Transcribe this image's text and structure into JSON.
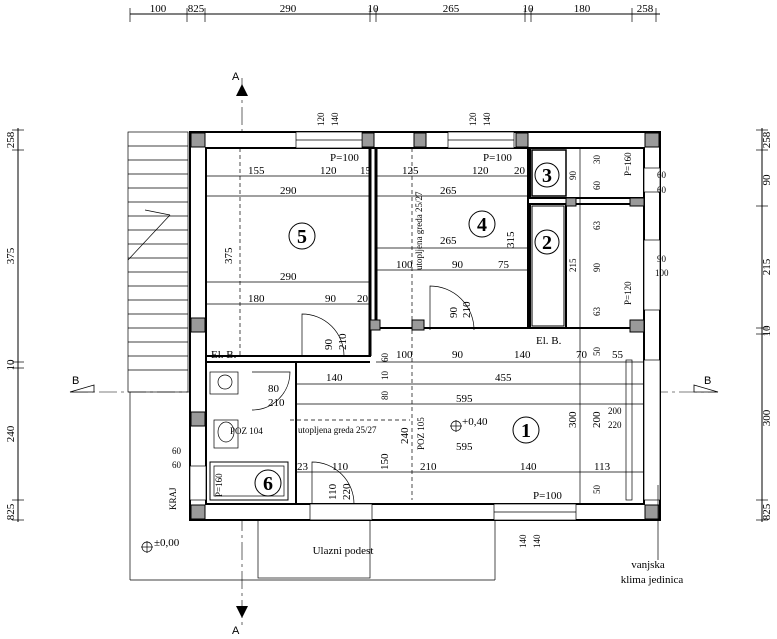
{
  "top_dims": [
    "100",
    "825",
    "290",
    "10",
    "265",
    "10",
    "180",
    "258"
  ],
  "left_dims": [
    "258",
    "375",
    "10",
    "240",
    "825"
  ],
  "right_dims": [
    "258",
    "90",
    "215",
    "10",
    "300",
    "825"
  ],
  "section_marks": {
    "a": "A",
    "b": "B"
  },
  "rooms": {
    "r1": "1",
    "r2": "2",
    "r3": "3",
    "r4": "4",
    "r5": "5",
    "r6": "6"
  },
  "labels": {
    "ulazni_podest": "Ulazni podest",
    "vanjska": "vanjska",
    "klima": "klima jedinica",
    "krov": "KRAJ",
    "el_b_left": "El. B.",
    "el_b_right": "El. B.",
    "utoplj_1": "utopljena greda 25/27",
    "utoplj_2": "utopljena greda 25/27",
    "poz_104": "POZ 104",
    "poz_105": "POZ 105"
  },
  "levels": {
    "plus040": "+0,40",
    "zero": "±0,00"
  },
  "windows": {
    "w5": "P=100",
    "w4": "P=100",
    "w3": "P=160",
    "w2": "P=120",
    "w1": "P=100",
    "w6": "P=160"
  },
  "interior_dims": {
    "r5_155": "155",
    "r5_120": "120",
    "r5_15": "15",
    "r5_290a": "290",
    "r5_375": "375",
    "r5_290b": "290",
    "r5_180": "180",
    "r5_90": "90",
    "r5_20": "20",
    "r5_90v": "90",
    "r5_210v": "210",
    "r4_125": "125",
    "r4_120": "120",
    "r4_20": "20",
    "r4_265a": "265",
    "r4_265b": "265",
    "r4_315": "315",
    "r4_100": "100",
    "r4_90": "90",
    "r4_75": "75",
    "r4_90v": "90",
    "r4_210v": "210",
    "r3_30": "30",
    "r3_90": "90",
    "r3_60": "60",
    "r2_63a": "63",
    "r2_215": "215",
    "r2_90": "90",
    "r2_63b": "63",
    "top5_120": "120",
    "top5_140": "140",
    "top4_120": "120",
    "top4_140": "140",
    "r3_60a": "60",
    "r3_60b": "60",
    "r2_90a": "90",
    "r2_100": "100",
    "c_60": "60",
    "c_100": "100",
    "c_90": "90",
    "c_140": "140",
    "c_70": "70",
    "c_50": "50",
    "c_55": "55",
    "c_140b": "140",
    "c_10": "10",
    "c_455": "455",
    "c_80v": "80",
    "c_595a": "595",
    "c_595b": "595",
    "c_300": "300",
    "c_200": "200",
    "c_200r": "200",
    "c_220r": "220",
    "c_240": "240",
    "c_150": "150",
    "c_110": "110",
    "c_210": "210",
    "c_140c": "140",
    "c_113": "113",
    "c_23": "23",
    "c_50b": "50",
    "d_110": "110",
    "d_220": "220",
    "b_80": "80",
    "b_210": "210",
    "bot_140a": "140",
    "bot_140b": "140",
    "side_60a": "60",
    "side_60b": "60"
  }
}
